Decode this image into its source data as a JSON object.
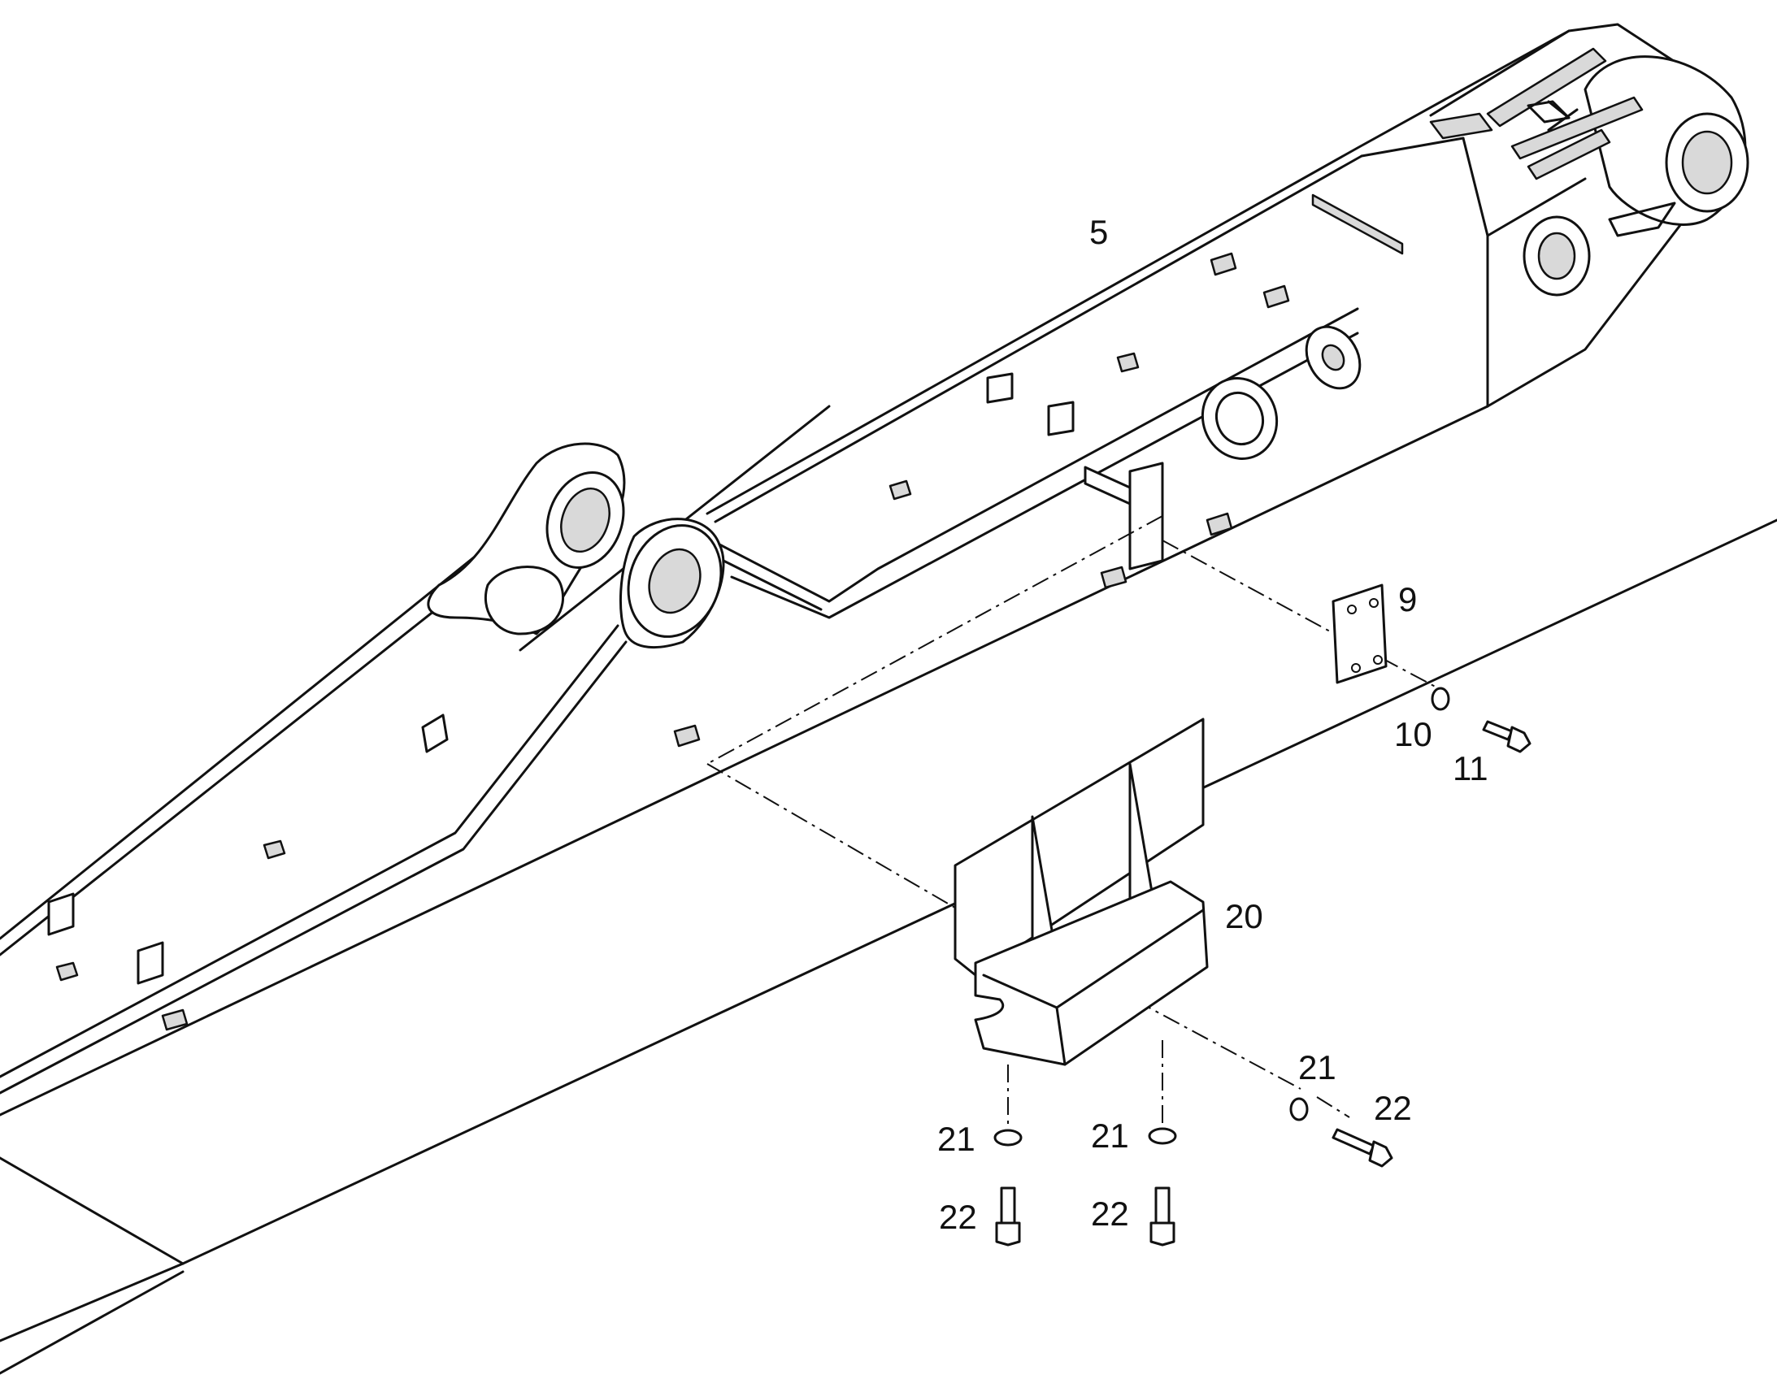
{
  "callouts": {
    "c5": "5",
    "c9": "9",
    "c10": "10",
    "c11": "11",
    "c20": "20",
    "c21a": "21",
    "c22a": "22",
    "c21b": "21",
    "c22b": "22",
    "c21c": "21",
    "c22c": "22"
  }
}
